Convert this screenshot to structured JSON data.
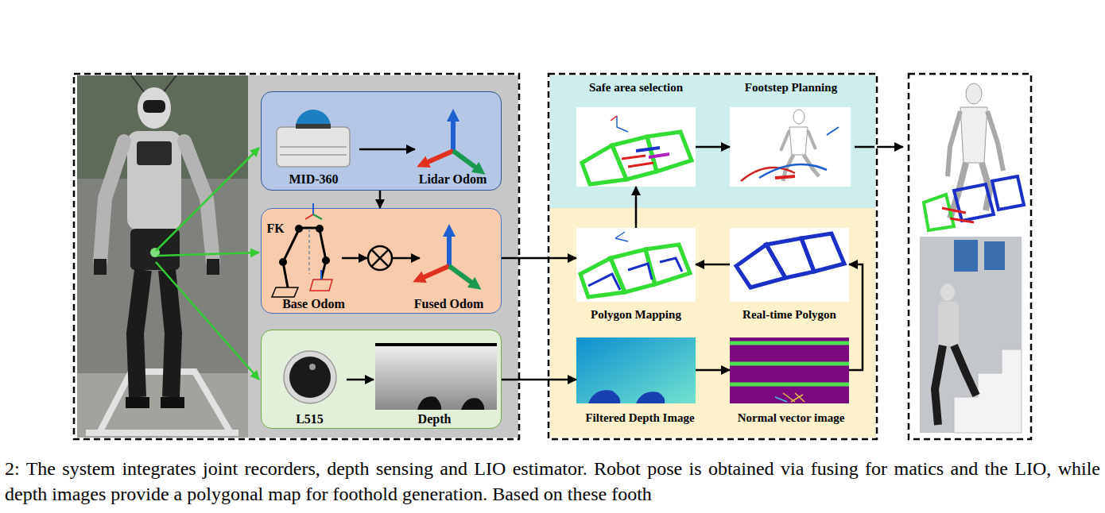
{
  "diagram": {
    "caption": "2: The system integrates joint recorders, depth sensing and LIO estimator. Robot pose is obtained via fusing for matics and the LIO, while depth images provide a polygonal map for foothold generation. Based on these footh",
    "nodes": [
      {
        "text": [
          "MID-360",
          "Lidar Odom"
        ]
      },
      {
        "text": [
          "FK",
          "Base Odom",
          "Fused Odom"
        ]
      },
      {
        "text": [
          "L515",
          "Depth"
        ]
      },
      {
        "text": [
          "Safe area selection"
        ]
      },
      {
        "text": [
          "Footstep Planning"
        ]
      },
      {
        "text": [
          "Polygon Mapping"
        ]
      },
      {
        "text": [
          "Real-time Polygon"
        ]
      },
      {
        "text": [
          "Filtered Depth Image"
        ]
      },
      {
        "text": [
          "Normal vector image"
        ]
      }
    ],
    "edges": [
      {
        "from": 0,
        "to": 1,
        "arrow": "to"
      },
      {
        "from": 1,
        "to": 5,
        "arrow": "to"
      },
      {
        "from": 2,
        "to": 7,
        "arrow": "to"
      },
      {
        "from": 7,
        "to": 8,
        "arrow": "to"
      },
      {
        "from": 8,
        "to": 6,
        "arrow": "to"
      },
      {
        "from": 6,
        "to": 5,
        "arrow": "to"
      },
      {
        "from": 5,
        "to": 3,
        "arrow": "to"
      },
      {
        "from": 3,
        "to": 4,
        "arrow": "to"
      }
    ]
  }
}
